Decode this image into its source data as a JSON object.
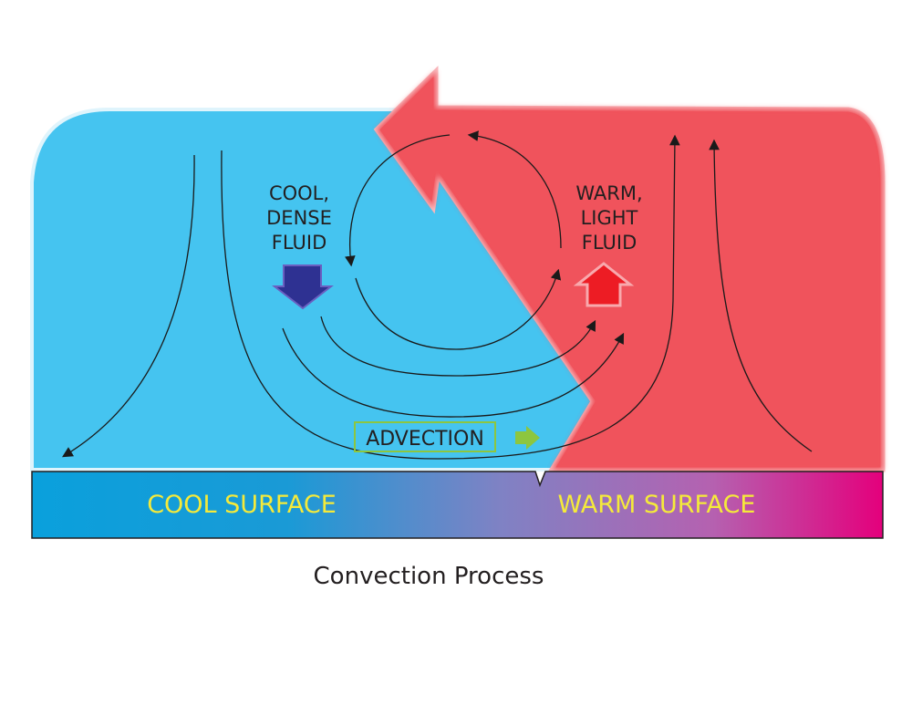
{
  "diagram": {
    "title": "Convection Process",
    "cool_label": [
      "COOL,",
      "DENSE",
      "FLUID"
    ],
    "warm_label": [
      "WARM,",
      "LIGHT",
      "FLUID"
    ],
    "advection_label": "ADVECTION",
    "cool_surface_label": "COOL SURFACE",
    "warm_surface_label": "WARM SURFACE"
  },
  "colors": {
    "cool_fluid": "#45c4f0",
    "warm_fluid": "#f0525c",
    "cool_surface": "#0aa0dc",
    "warm_surface": "#e4007c",
    "surface_text": "#f5ea3a",
    "advection": "#8dc63f",
    "sink_arrow": "#2e3192",
    "rise_arrow": "#ed1c24"
  }
}
